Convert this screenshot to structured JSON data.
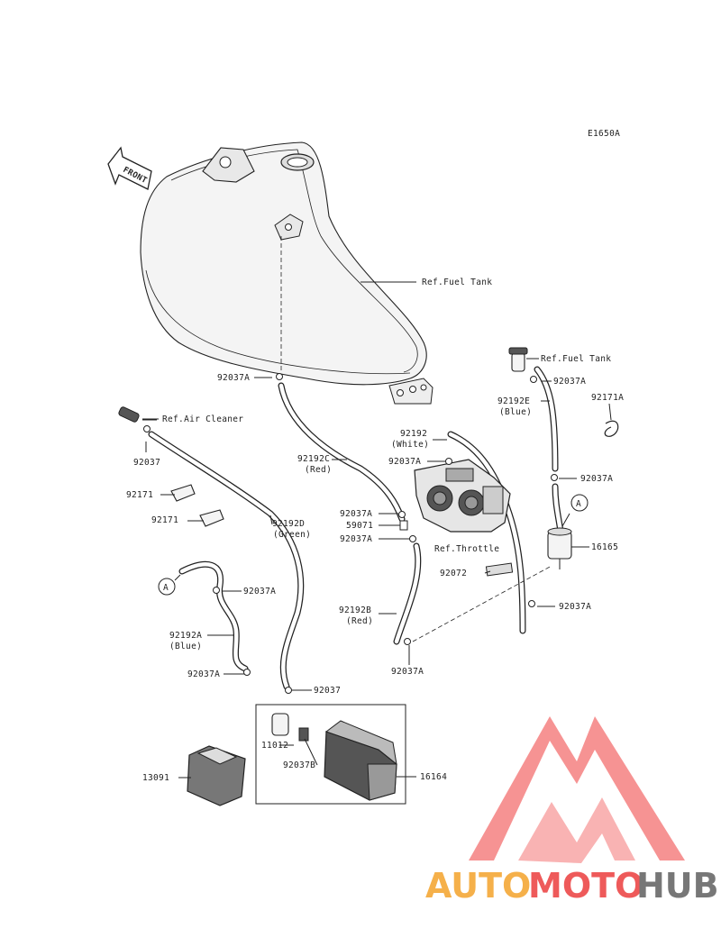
{
  "diagram_code": "E1650A",
  "front_arrow_label": "FRONT",
  "callouts": {
    "ref_fuel_tank_main": "Ref.Fuel Tank",
    "ref_fuel_tank_side": "Ref.Fuel Tank",
    "ref_air_cleaner": "Ref.Air Cleaner",
    "ref_throttle": "Ref.Throttle",
    "p92037A_tank": "92037A",
    "p92037A_side_top": "92037A",
    "p92192E": "92192E",
    "p92192E_color": "(Blue)",
    "p92171A": "92171A",
    "p92037A_side_mid": "92037A",
    "p92192": "92192",
    "p92192_color": "(White)",
    "p92037A_throttle": "92037A",
    "p92037": "92037",
    "p92192C": "92192C",
    "p92192C_color": "(Red)",
    "p92037A_c1": "92037A",
    "p59071": "59071",
    "p92037A_c2": "92037A",
    "p92171_1": "92171",
    "p92171_2": "92171",
    "p92192D": "92192D",
    "p92192D_color": "(Green)",
    "p16165": "16165",
    "p92072": "92072",
    "p92037A_left": "92037A",
    "p92037A_right_low": "92037A",
    "p92192B": "92192B",
    "p92192B_color": "(Red)",
    "p92192A": "92192A",
    "p92192A_color": "(Blue)",
    "p92037A_low": "92037A",
    "p92037A_bottom": "92037A",
    "p92037_low": "92037",
    "p11012": "11012",
    "p92037B": "92037B",
    "p13091": "13091",
    "p16164": "16164",
    "marker_a_left": "A",
    "marker_a_right": "A"
  },
  "watermark": {
    "part1": "AUTO",
    "part2": "MOTO",
    "part3": "HUB",
    "color_auto": "#f5b04a",
    "color_moto": "#ee5a5a",
    "color_hub": "#777777",
    "logo_color": "#ef3b3b"
  }
}
